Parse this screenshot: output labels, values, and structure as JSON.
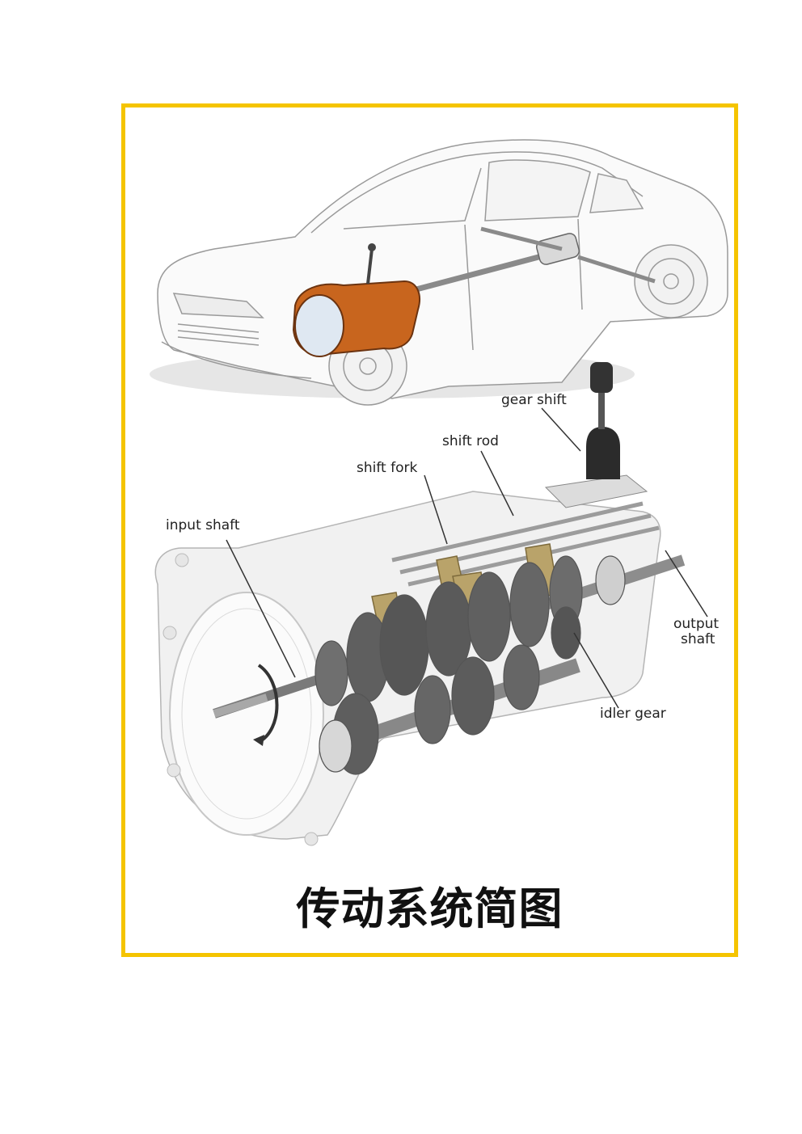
{
  "labels": {
    "gear_shift": "gear shift",
    "shift_rod": "shift rod",
    "shift_fork": "shift fork",
    "input_shaft": "input shaft",
    "output_shaft_line1": "output",
    "output_shaft_line2": "shaft",
    "idler_gear": "idler gear"
  },
  "caption": "传动系统简图",
  "colors": {
    "frame": "#f5c400",
    "transmission_highlight": "#c8651e",
    "fork_gold": "#b9a36a"
  }
}
